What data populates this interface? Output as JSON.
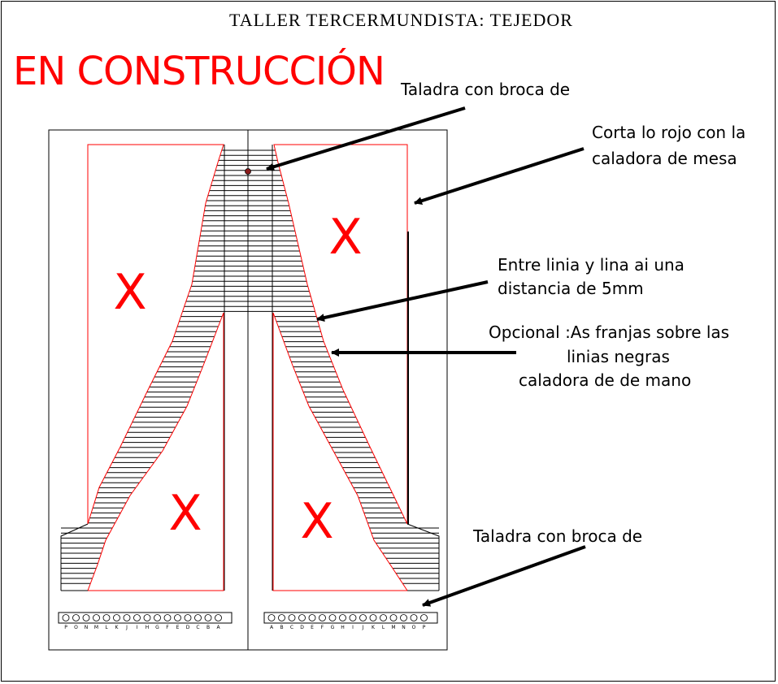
{
  "header": "TALLER TERCERMUNDISTA: TEJEDOR",
  "status": "EN CONSTRUCCIÓN",
  "annotations": {
    "drill_top": "Taladra con broca de",
    "cut_red_1": "Corta lo rojo con la",
    "cut_red_2": "caladora de mesa",
    "spacing_1": "Entre linia y lina ai una",
    "spacing_2": "distancia de 5mm",
    "optional_1": "Opcional :As franjas sobre las",
    "optional_2": "linias negras",
    "optional_3": "caladora de de mano",
    "drill_bottom": "Taladra con broca de"
  },
  "cut_marks": [
    "X",
    "X",
    "X",
    "X"
  ],
  "hole_strip_left": {
    "labels": [
      "P",
      "O",
      "N",
      "M",
      "L",
      "K",
      "J",
      "I",
      "H",
      "G",
      "F",
      "E",
      "D",
      "C",
      "B",
      "A"
    ]
  },
  "hole_strip_right": {
    "labels": [
      "A",
      "B",
      "C",
      "D",
      "E",
      "F",
      "G",
      "H",
      "I",
      "J",
      "K",
      "L",
      "M",
      "N",
      "O",
      "P"
    ]
  },
  "colors": {
    "cut_line": "#ff0000",
    "drill_point": "#8b1a1a",
    "ink": "#000000"
  }
}
